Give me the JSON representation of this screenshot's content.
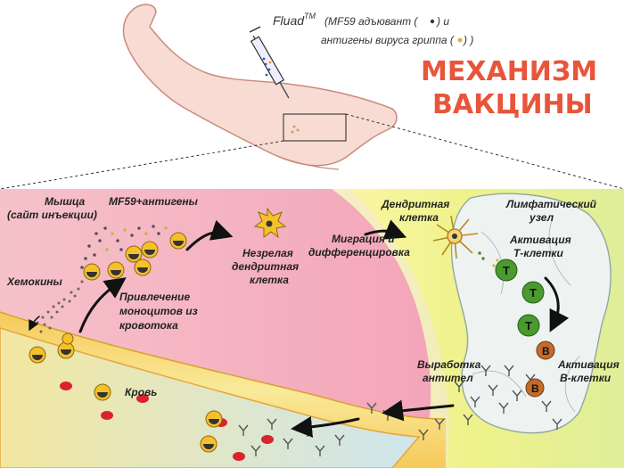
{
  "header": {
    "product": "Fluad",
    "product_sup": "TM",
    "line1": "(MF59 адъювант (",
    "line1_tail": ")  и",
    "line2": "антигены вируса гриппа (",
    "line2_tail": ") )"
  },
  "title": {
    "line1": "МЕХАНИЗМ",
    "line2": "ВАКЦИНЫ"
  },
  "labels": {
    "muscle_1": "Мышца",
    "muscle_2": "(сайт инъекции)",
    "mf59": "MF59+антигены",
    "chemokines": "Хемокины",
    "recruit_1": "Привлечение",
    "recruit_2": "моноцитов из",
    "recruit_3": "кровотока",
    "immature_1": "Незрелая",
    "immature_2": "дендритная",
    "immature_3": "клетка",
    "migration_1": "Миграция и",
    "migration_2": "дифференцировка",
    "dendritic_1": "Дендритная",
    "dendritic_2": "клетка",
    "lymph_1": "Лимфатический",
    "lymph_2": "узел",
    "tact_1": "Активация",
    "tact_2": "Т-клетки",
    "bact_1": "Активация",
    "bact_2": "В-клетки",
    "antibody_1": "Выработка",
    "antibody_2": "антител",
    "blood": "Кровь"
  },
  "cells": {
    "t_letter": "T",
    "b_letter": "B"
  },
  "colors": {
    "title": "#e8553a",
    "skin": "#f8dcd3",
    "muscle": "#f3a3b3",
    "lymph_bg": "#f3f28a",
    "blood_vessel": "#f3d35f",
    "t_cell": "#4a9a30",
    "b_cell": "#c46a2a",
    "rbc": "#d9232e"
  }
}
